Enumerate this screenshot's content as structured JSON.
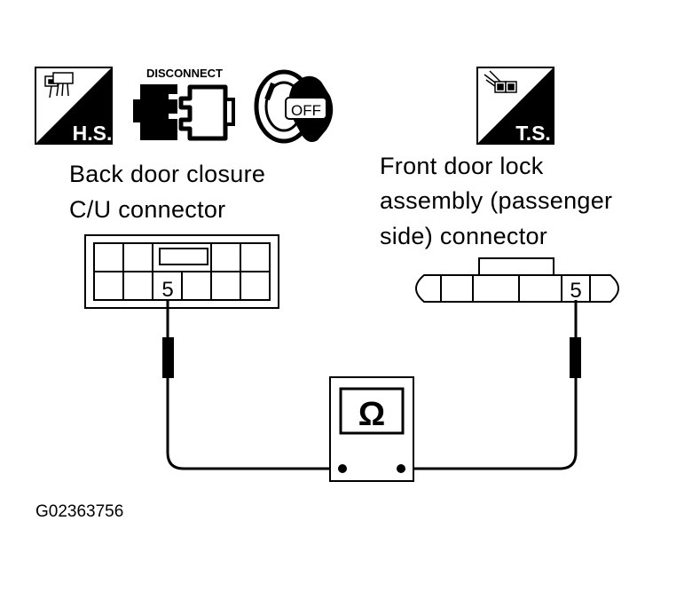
{
  "icons": {
    "harness_side_badge": "H.S.",
    "terminal_side_badge": "T.S.",
    "disconnect_label": "DISCONNECT",
    "ignition_label": "OFF"
  },
  "left_connector": {
    "title_line1": "Back door closure",
    "title_line2": "C/U connector",
    "pin": "5"
  },
  "right_connector": {
    "title_line1": "Front door lock",
    "title_line2": "assembly (passenger",
    "title_line3": "side) connector",
    "pin": "5"
  },
  "meter": {
    "symbol": "Ω"
  },
  "figure_id": "G02363756"
}
